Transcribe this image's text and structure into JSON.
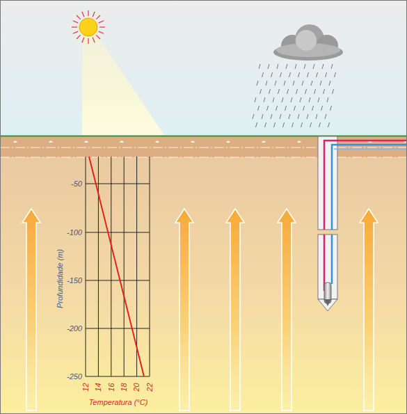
{
  "diagram": {
    "labels": [
      "-50",
      "-100",
      "-150",
      "-200",
      "-250",
      "12",
      "14",
      "16",
      "18",
      "20",
      "22",
      "Profundidade (m)",
      "Temperatura (°C)"
    ]
  }
}
